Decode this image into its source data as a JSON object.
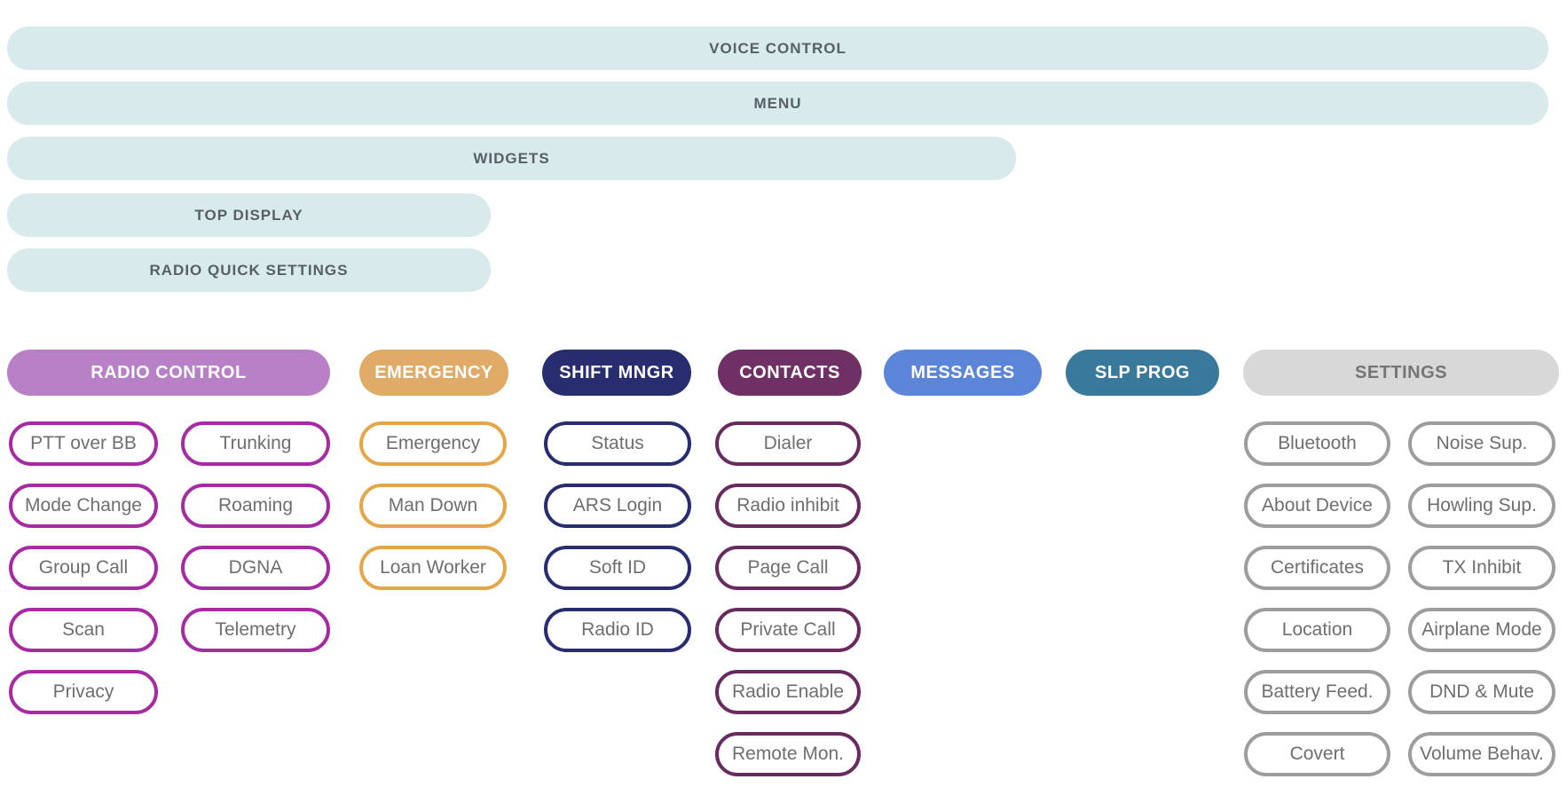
{
  "top_bars": {
    "voice_control": "VOICE CONTROL",
    "menu": "MENU",
    "widgets": "WIDGETS",
    "top_display": "TOP DISPLAY",
    "radio_quick_settings": "RADIO QUICK SETTINGS"
  },
  "category_headers": {
    "radio_control": "RADIO CONTROL",
    "emergency": "EMERGENCY",
    "shift_mngr": "SHIFT MNGR",
    "contacts": "CONTACTS",
    "messages": "MESSAGES",
    "slp_prog": "SLP PROG",
    "settings": "SETTINGS"
  },
  "pills": {
    "radio_control_a": [
      "PTT over BB",
      "Mode Change",
      "Group Call",
      "Scan",
      "Privacy"
    ],
    "radio_control_b": [
      "Trunking",
      "Roaming",
      "DGNA",
      "Telemetry"
    ],
    "emergency": [
      "Emergency",
      "Man Down",
      "Loan Worker"
    ],
    "shift_mngr": [
      "Status",
      "ARS Login",
      "Soft ID",
      "Radio ID"
    ],
    "contacts": [
      "Dialer",
      "Radio inhibit",
      "Page Call",
      "Private Call",
      "Radio Enable",
      "Remote Mon."
    ],
    "settings_a": [
      "Bluetooth",
      "About Device",
      "Certificates",
      "Location",
      "Battery Feed.",
      "Covert"
    ],
    "settings_b": [
      "Noise Sup.",
      "Howling Sup.",
      "TX Inhibit",
      "Airplane Mode",
      "DND & Mute",
      "Volume Behav."
    ]
  },
  "colors": {
    "bar_fill": "#d9eaec",
    "bar_text": "#566066",
    "radio_control": "#b780c7",
    "emergency": "#dfab67",
    "shift_mngr": "#272d6e",
    "contacts": "#6f3066",
    "messages": "#5b85d9",
    "slp_prog": "#38799c",
    "settings_fill": "#d8d8d8",
    "settings_text": "#757575",
    "outline_radio_control": "#a62ba3",
    "outline_emergency": "#e5a647",
    "outline_shift_mngr": "#272d6e",
    "outline_contacts": "#682a5f",
    "outline_settings": "#9d9d9d",
    "pill_text": "#6e6e6e"
  }
}
